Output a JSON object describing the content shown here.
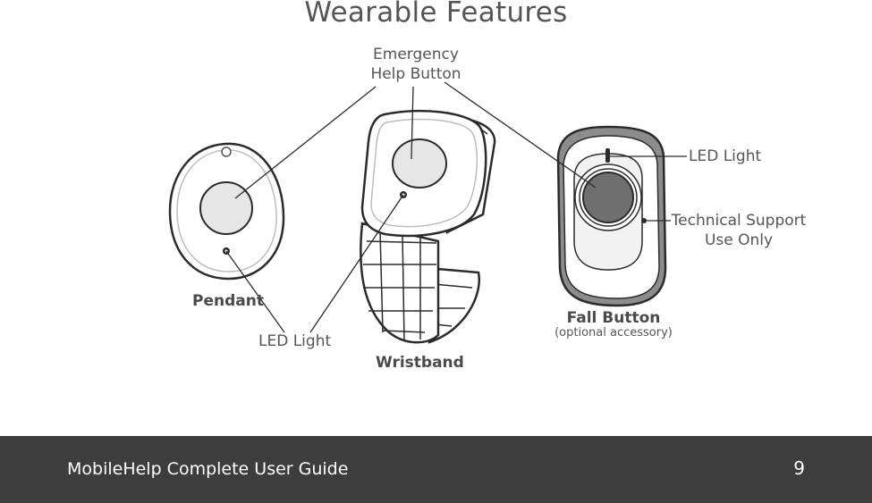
{
  "page_title": "Wearable Features",
  "labels": {
    "emergency_help_button_line1": "Emergency",
    "emergency_help_button_line2": "Help Button",
    "pendant": "Pendant",
    "led_light_left": "LED Light",
    "wristband": "Wristband",
    "fall_button": "Fall Button",
    "fall_button_note": "(optional accessory)",
    "led_light_right": "LED Light",
    "technical_support_line1": "Technical Support",
    "technical_support_line2": "Use Only"
  },
  "footer": {
    "guide_title": "MobileHelp Complete User Guide",
    "page_number": "9"
  },
  "colors": {
    "footer_background": "#3d3d3d",
    "outline": "#2b2b2b",
    "button_grey": "#e6e6e6",
    "fall_button_dark": "#6f6f6f"
  }
}
